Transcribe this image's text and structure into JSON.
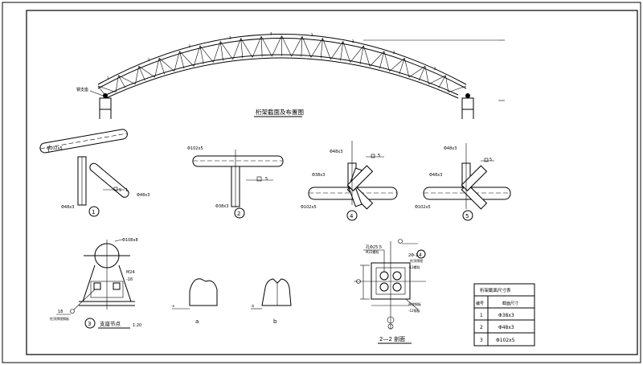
{
  "truss": {
    "title": "桁架截面及布置图",
    "support_label": "钢支座",
    "member_mark": "3"
  },
  "detail1": {
    "number": "1",
    "label_top": "Φ102x5",
    "label_bottom": "Φ48x3",
    "weld": "5",
    "weld_side": "1"
  },
  "detail2": {
    "number": "2",
    "label_top": "Φ102x5",
    "label_bottom": "Φ38x3",
    "weld": "5"
  },
  "detail4": {
    "number": "4",
    "label_top": "Φ48x3",
    "label_side": "Φ38x3",
    "label_bottom": "Φ102x5",
    "weld": "5",
    "weld_side": "1"
  },
  "detail5": {
    "number": "5",
    "label_top": "Φ48x3",
    "label_side": "Φ48x3",
    "label_bottom": "Φ102x5",
    "weld": "5",
    "weld_side": "1"
  },
  "detail3": {
    "number": "3",
    "caption": "支座节点",
    "scale": "1:20",
    "label_top": "Φ108x8",
    "label_bolt": "M24",
    "label_plate": "-16",
    "label_leader": "18",
    "label_note": "柱顶预埋钢板"
  },
  "profile_a": {
    "label": "a",
    "mark": "-a"
  },
  "profile_b": {
    "label": "b",
    "mark": "-b"
  },
  "section22": {
    "caption": "2—2 剖面",
    "label_top": "孔Φ25.5",
    "label_top2": "M22螺栓",
    "label_right1": "2Φ-1",
    "label_right2": "柱顶预埋",
    "label_right3": "-12螺栓",
    "label_bottom1": "预埋钢板",
    "label_bottom2": "-12钢板",
    "marker": "4"
  },
  "table": {
    "title": "桁架截面尺寸表",
    "headers": [
      "编号",
      "截面尺寸"
    ],
    "rows": [
      [
        "1",
        "Φ38x3"
      ],
      [
        "2",
        "Φ48x3"
      ],
      [
        "3",
        "Φ102x5"
      ]
    ]
  }
}
